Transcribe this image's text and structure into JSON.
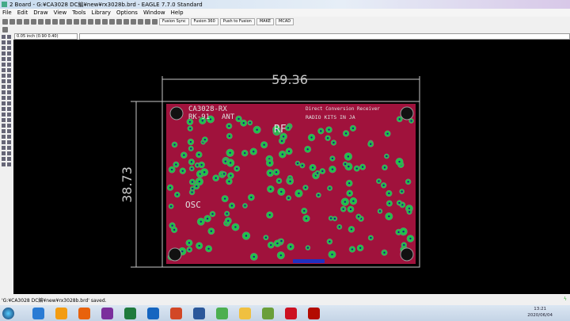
{
  "window": {
    "title": "2 Board - G:¥CA3028 DC編¥new¥rx3028b.brd - EAGLE 7.7.0 Standard"
  },
  "menu": [
    "File",
    "Edit",
    "Draw",
    "View",
    "Tools",
    "Library",
    "Options",
    "Window",
    "Help"
  ],
  "toolbar": {
    "buttons": [
      "Fusion Sync",
      "Fusion 360",
      "Push to Fusion",
      "MAKE",
      "MCAD"
    ]
  },
  "coordinate_readout": "0.05 inch (0.90 0.40)",
  "board": {
    "width_dim": "59.36",
    "height_dim": "38.73",
    "silkscreen": [
      "CA3028-RX",
      "RK-91",
      "ANT",
      "RF",
      "OSC",
      "Direct Conversion Receiver",
      "RADIO KITS IN JA"
    ],
    "colors": {
      "board": "#a0123c",
      "pad": "#22c24a",
      "dimension": "#c8c8c8",
      "silk": "#d0d0d0"
    }
  },
  "status": {
    "message": "'G:¥CA3028 DC編¥new¥rx3028b.brd' saved."
  },
  "taskbar": {
    "time": "13:21",
    "date": "2020/06/04",
    "apps": [
      "ie",
      "media",
      "firefox",
      "onenote",
      "excel",
      "outlook",
      "powerpoint",
      "word",
      "chrome",
      "explorer",
      "app",
      "eagle",
      "acrobat"
    ],
    "app_colors": [
      "#2a7bd4",
      "#f39c12",
      "#e8620c",
      "#7b2f9c",
      "#1f7a3c",
      "#1565c0",
      "#d24726",
      "#2b579a",
      "#4caf50",
      "#f0c040",
      "#6a9f3a",
      "#cc1122",
      "#b30b00"
    ]
  }
}
